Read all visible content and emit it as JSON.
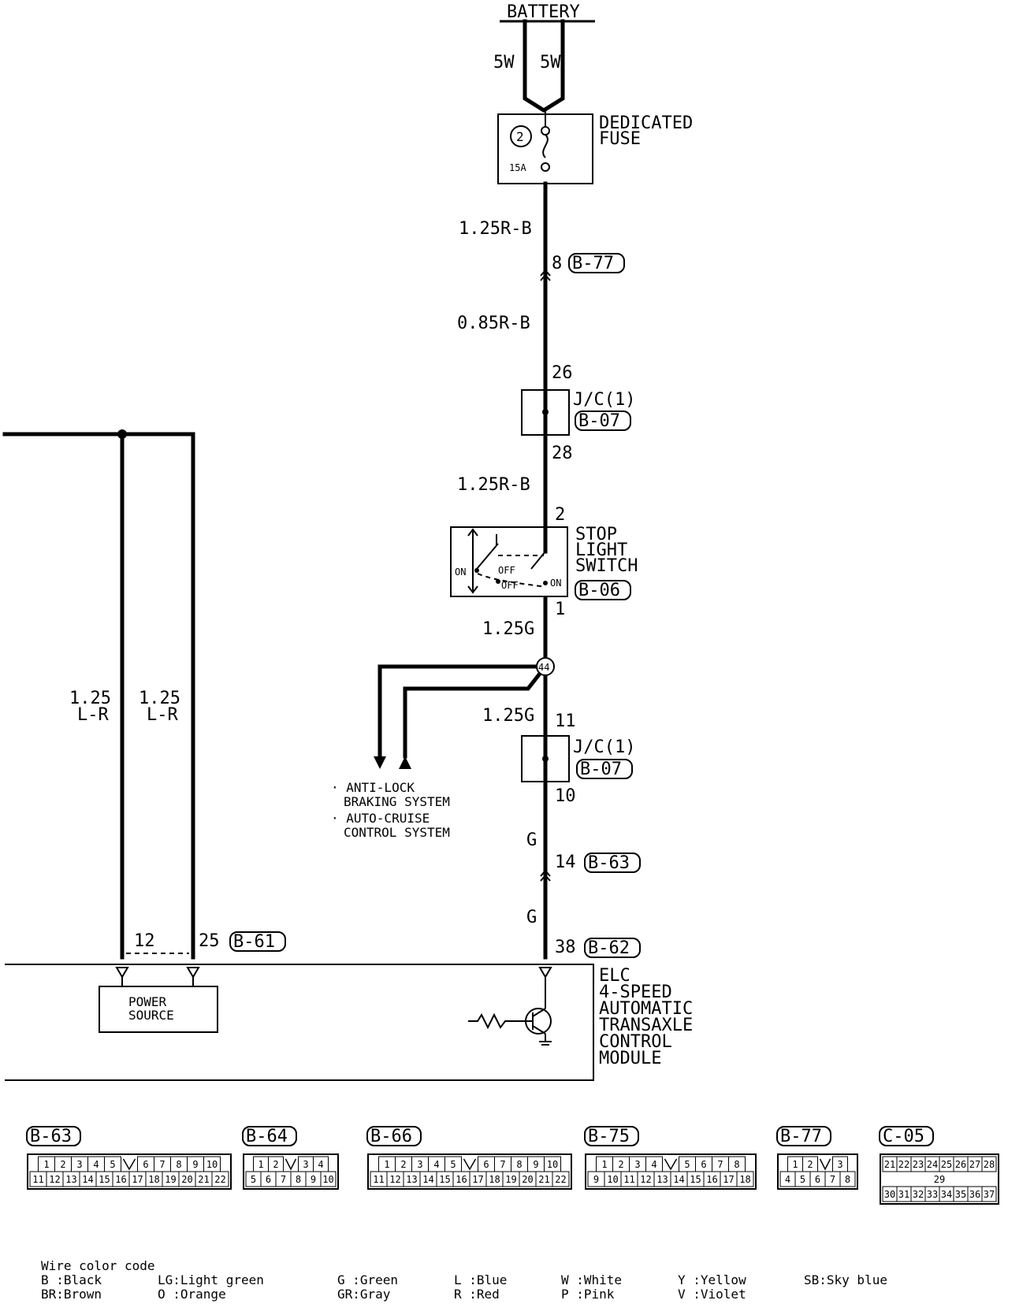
{
  "battery": {
    "label": "BATTERY",
    "left_rating": "5W",
    "right_rating": "5W"
  },
  "fuse": {
    "number": "2",
    "rating": "15A",
    "label_line1": "DEDICATED",
    "label_line2": "FUSE"
  },
  "wires": {
    "w1": "1.25R-B",
    "w2": "0.85R-B",
    "w3": "1.25R-B",
    "w4": "1.25G",
    "w5": "1.25G",
    "w6": "G",
    "w7": "G",
    "left_a_line1": "1.25",
    "left_a_line2": "L-R",
    "left_b_line1": "1.25",
    "left_b_line2": "L-R"
  },
  "connectors": {
    "b77_pin": "8",
    "b77": "B-77",
    "jc1_top_pin": "26",
    "jc1_label": "J/C(1)",
    "jc1_conn": "B-07",
    "jc1_bottom_pin": "28",
    "sls_top_pin": "2",
    "sls_conn": "B-06",
    "sls_bottom_pin": "1",
    "splice": "44",
    "jc2_top_pin": "11",
    "jc2_label": "J/C(1)",
    "jc2_conn": "B-07",
    "jc2_bottom_pin": "10",
    "b63_pin": "14",
    "b63": "B-63",
    "b62_pin": "38",
    "b62": "B-62",
    "b61_pin_a": "12",
    "b61_pin_b": "25",
    "b61": "B-61"
  },
  "stop_light_switch": {
    "line1": "STOP",
    "line2": "LIGHT",
    "line3": "SWITCH",
    "on_left": "ON",
    "off_upper": "OFF",
    "off_lower": "OFF",
    "on_right": "ON"
  },
  "branches": {
    "abs_line1": "· ANTI-LOCK",
    "abs_line2": "BRAKING SYSTEM",
    "cruise_line1": "· AUTO-CRUISE",
    "cruise_line2": "CONTROL SYSTEM"
  },
  "module": {
    "line1": "ELC",
    "line2": "4-SPEED",
    "line3": "AUTOMATIC",
    "line4": "TRANSAXLE",
    "line5": "CONTROL",
    "line6": "MODULE",
    "power_line1": "POWER",
    "power_line2": "SOURCE"
  },
  "connector_faces": [
    {
      "name": "B-63",
      "row1": [
        "1",
        "2",
        "3",
        "4",
        "5",
        "",
        "6",
        "7",
        "8",
        "9",
        "10"
      ],
      "row2": [
        "11",
        "12",
        "13",
        "14",
        "15",
        "16",
        "17",
        "18",
        "19",
        "20",
        "21",
        "22"
      ]
    },
    {
      "name": "B-64",
      "row1": [
        "1",
        "2",
        "",
        "3",
        "4"
      ],
      "row2": [
        "5",
        "6",
        "7",
        "8",
        "9",
        "10"
      ]
    },
    {
      "name": "B-66",
      "row1": [
        "1",
        "2",
        "3",
        "4",
        "5",
        "",
        "6",
        "7",
        "8",
        "9",
        "10"
      ],
      "row2": [
        "11",
        "12",
        "13",
        "14",
        "15",
        "16",
        "17",
        "18",
        "19",
        "20",
        "21",
        "22"
      ]
    },
    {
      "name": "B-75",
      "row1": [
        "1",
        "2",
        "3",
        "4",
        "",
        "5",
        "6",
        "7",
        "8"
      ],
      "row2": [
        "9",
        "10",
        "11",
        "12",
        "13",
        "14",
        "15",
        "16",
        "17",
        "18"
      ]
    },
    {
      "name": "B-77",
      "row1": [
        "1",
        "2",
        "",
        "3"
      ],
      "row2": [
        "4",
        "5",
        "6",
        "7",
        "8"
      ]
    },
    {
      "name": "C-05",
      "row1": [
        "21",
        "22",
        "23",
        "24",
        "25",
        "26",
        "27",
        "28"
      ],
      "mid": "29",
      "row2": [
        "30",
        "31",
        "32",
        "33",
        "34",
        "35",
        "36",
        "37"
      ]
    }
  ],
  "legend": {
    "title": "Wire color code",
    "r1": "B :Black",
    "r2": "BR:Brown",
    "r3": "LG:Light green",
    "r4": "O :Orange",
    "r5": "G :Green",
    "r6": "GR:Gray",
    "r7": "L :Blue",
    "r8": "R :Red",
    "r9": "W :White",
    "r10": "P :Pink",
    "r11": "Y :Yellow",
    "r12": "V :Violet",
    "r13": "SB:Sky blue"
  }
}
